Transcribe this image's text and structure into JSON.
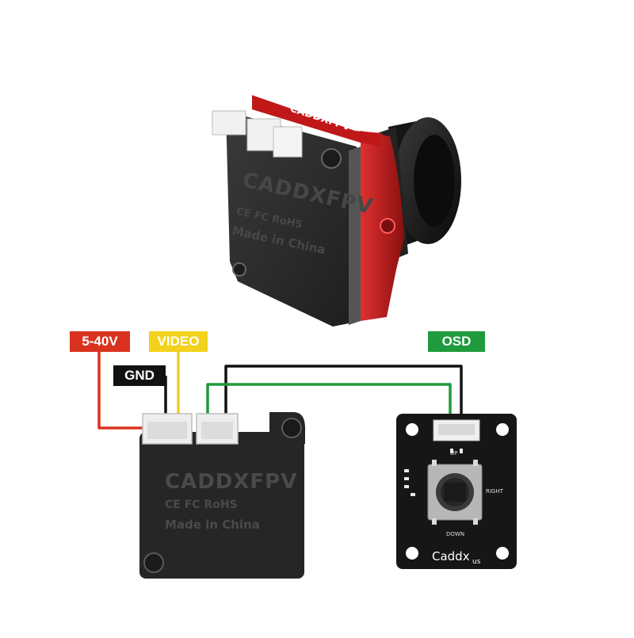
{
  "brand_mark": "CADDXFPV",
  "camera": {
    "logo": "CADDXFPV",
    "cert": "CE FC RoHS",
    "origin": "Made in China"
  },
  "wires": {
    "power": {
      "label": "5-40V",
      "color": "#d9321f"
    },
    "video": {
      "label": "VIDEO",
      "color": "#f2d21c"
    },
    "ground": {
      "label": "GND",
      "color": "#111111"
    },
    "osd": {
      "label": "OSD",
      "color": "#1f9a3c"
    }
  },
  "osd_board": {
    "label_up": "UP",
    "label_right": "RIGHT",
    "label_down": "DOWN",
    "brand": "Caddx",
    "suffix": "us"
  },
  "colors": {
    "body": "#2c2c2c",
    "accent_red": "#c81e1e",
    "pcb": "#1a1a1a"
  }
}
